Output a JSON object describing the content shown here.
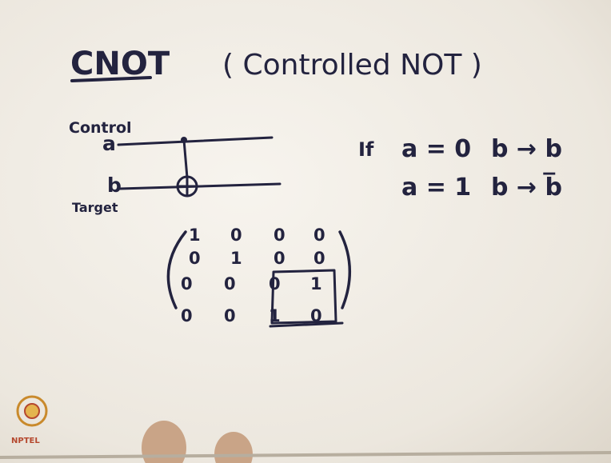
{
  "slide": {
    "title": "CNOT",
    "subtitle": "( Controlled NOT )"
  },
  "circuit": {
    "control_label": "Control",
    "control_var": "a",
    "target_var": "b",
    "target_label": "Target"
  },
  "rules": {
    "if_word": "If",
    "rows": [
      {
        "condition": "a = 0",
        "result": "b → b"
      },
      {
        "condition": "a = 1",
        "result": "b → b̅"
      }
    ]
  },
  "matrix": {
    "rows": [
      [
        "1",
        "0",
        "0",
        "0"
      ],
      [
        "0",
        "1",
        "0",
        "0"
      ],
      [
        "0",
        "0",
        "0",
        "1"
      ],
      [
        "0",
        "0",
        "1",
        "0"
      ]
    ]
  },
  "logo": {
    "caption": "NPTEL"
  }
}
